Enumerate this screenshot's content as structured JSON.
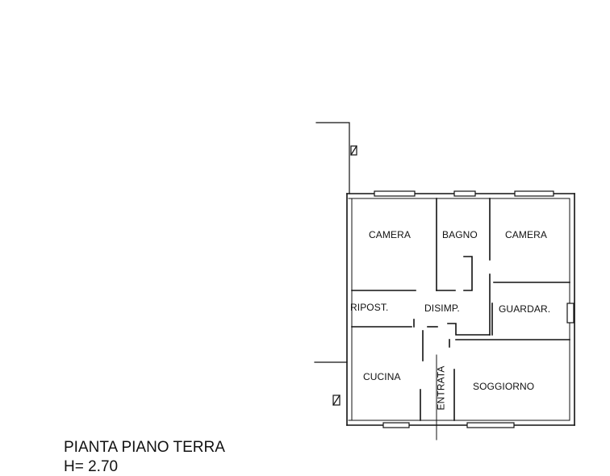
{
  "plan": {
    "title": "PIANTA PIANO TERRA",
    "height_note": "H= 2.70",
    "rooms": {
      "camera_left": "CAMERA",
      "bagno": "BAGNO",
      "camera_right": "CAMERA",
      "ripost": "RIPOST.",
      "disimp": "DISIMP.",
      "guardar": "GUARDAR.",
      "cucina": "CUCINA",
      "entrata": "ENTRATA",
      "soggiorno": "SOGGIORNO"
    }
  }
}
